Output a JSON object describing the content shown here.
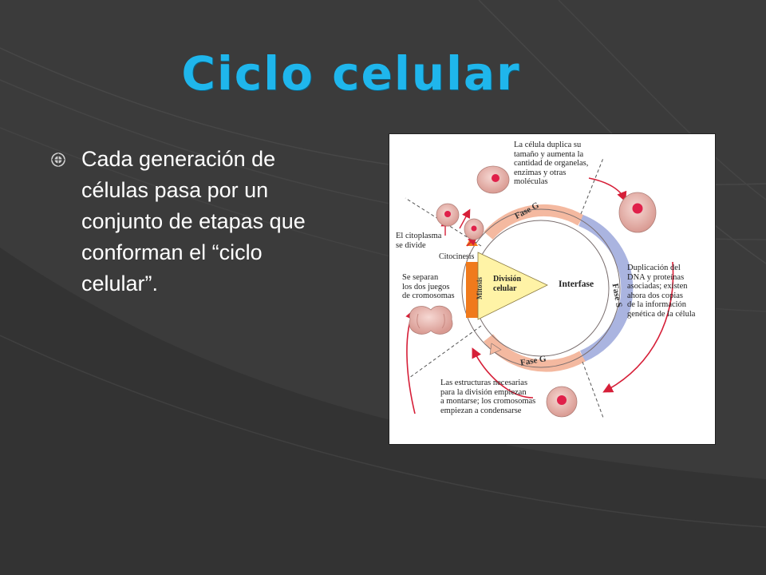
{
  "slide": {
    "title": "Ciclo celular",
    "bullet": "Cada generación de células pasa por un conjunto de etapas que conforman el “ciclo celular”."
  },
  "figure": {
    "phases": {
      "g1": "Fase G",
      "s": "Fase S",
      "g2": "Fase G",
      "mitosis": "Mitosis",
      "cytokinesis": "Citocinesis",
      "division": "División celular",
      "interphase": "Interfase"
    },
    "annotations": {
      "growth": "La célula duplica su\ntamaño y aumenta la\ncantidad de organelas,\nenzimas y otras\nmoléculas",
      "dna": "Duplicación del\nDNA y proteínas\nasociadas; existen\nahora dos copias\nde la información\ngenética de la célula",
      "structures": "Las estructuras necesarias\npara la división empiezan\na montarse; los cromosomas\nempiezan a condensarse",
      "separate": "Se separan\nlos dos juegos\nde cromosomas",
      "cytoplasm": "El citoplasma\nse divide"
    }
  },
  "colors": {
    "title": "#1fb6ec",
    "background": "#3a3a3a",
    "g_phase": "#f4b9a0",
    "s_phase": "#aab4e0",
    "mitosis": "#f07a1c",
    "division_triangle": "#fff3a6",
    "cell": "#e8b4ae",
    "nucleus": "#e0204a",
    "arrow": "#d61f38"
  }
}
